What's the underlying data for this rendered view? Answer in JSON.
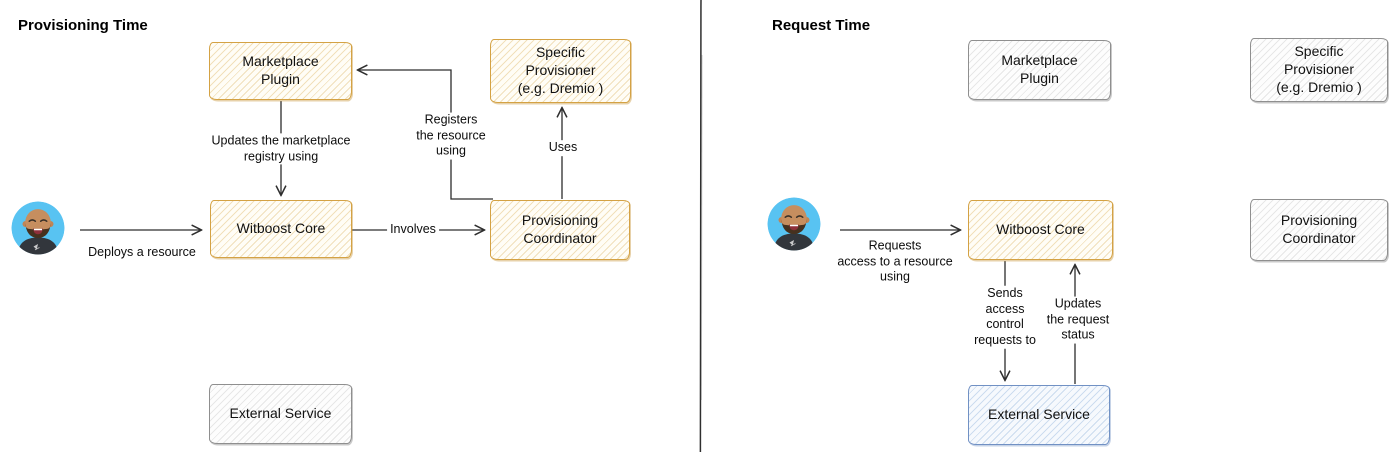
{
  "colors": {
    "active_border": "#d4a244",
    "active_hatch": "#f1e0bb",
    "inactive_border": "#8f8f8f",
    "inactive_hatch": "#e7e7e7",
    "external_border": "#7191c4",
    "external_hatch": "#ccdcef",
    "edge_stroke": "#2d2d2d",
    "avatar_background": "#58c3f2"
  },
  "left_panel": {
    "title": "Provisioning Time",
    "nodes": {
      "marketplace_plugin": "Marketplace\nPlugin",
      "specific_provisioner": "Specific\nProvisioner\n(e.g. Dremio )",
      "witboost_core": "Witboost Core",
      "provisioning_coordinator": "Provisioning\nCoordinator",
      "external_service": "External Service"
    },
    "edge_labels": {
      "deploys": "Deploys a resource",
      "updates_registry": "Updates the marketplace\nregistry using",
      "involves": "Involves",
      "registers": "Registers\nthe resource\nusing",
      "uses": "Uses"
    }
  },
  "right_panel": {
    "title": "Request Time",
    "nodes": {
      "marketplace_plugin": "Marketplace\nPlugin",
      "specific_provisioner": "Specific\nProvisioner\n(e.g. Dremio )",
      "witboost_core": "Witboost Core",
      "provisioning_coordinator": "Provisioning\nCoordinator",
      "external_service": "External Service"
    },
    "edge_labels": {
      "requests_access": "Requests\naccess to a resource\nusing",
      "sends_access_control": "Sends\naccess\ncontrol\nrequests to",
      "updates_status": "Updates\nthe request\nstatus"
    }
  }
}
